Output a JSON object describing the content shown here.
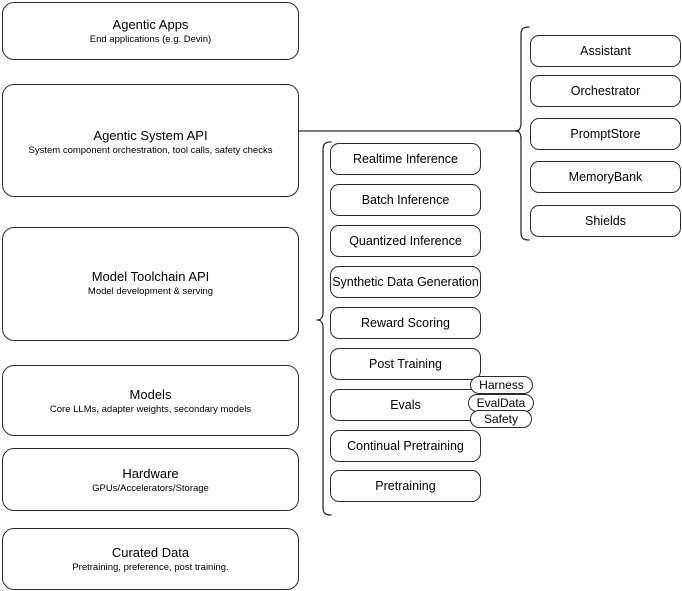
{
  "diagram": {
    "left_stack": [
      {
        "title": "Agentic Apps",
        "subtitle": "End applications (e.g. Devin)"
      },
      {
        "title": "Agentic System API",
        "subtitle": "System component orchestration, tool calls, safety checks"
      },
      {
        "title": "Model Toolchain API",
        "subtitle": "Model development & serving"
      },
      {
        "title": "Models",
        "subtitle": "Core LLMs, adapter weights, secondary models"
      },
      {
        "title": "Hardware",
        "subtitle": "GPUs/Accelerators/Storage"
      },
      {
        "title": "Curated Data",
        "subtitle": "Pretraining, preference, post training."
      }
    ],
    "toolchain_items": [
      {
        "label": "Realtime Inference"
      },
      {
        "label": "Batch Inference"
      },
      {
        "label": "Quantized Inference"
      },
      {
        "label": "Synthetic Data Generation"
      },
      {
        "label": "Reward Scoring"
      },
      {
        "label": "Post Training"
      },
      {
        "label": "Evals"
      },
      {
        "label": "Continual Pretraining"
      },
      {
        "label": "Pretraining"
      }
    ],
    "eval_pills": [
      {
        "label": "Harness"
      },
      {
        "label": "EvalData"
      },
      {
        "label": "Safety"
      }
    ],
    "system_items": [
      {
        "label": "Assistant"
      },
      {
        "label": "Orchestrator"
      },
      {
        "label": "PromptStore"
      },
      {
        "label": "MemoryBank"
      },
      {
        "label": "Shields"
      }
    ],
    "colors": {
      "stroke": "#2b2b2b",
      "background": "#ffffff",
      "text": "#000000"
    }
  }
}
